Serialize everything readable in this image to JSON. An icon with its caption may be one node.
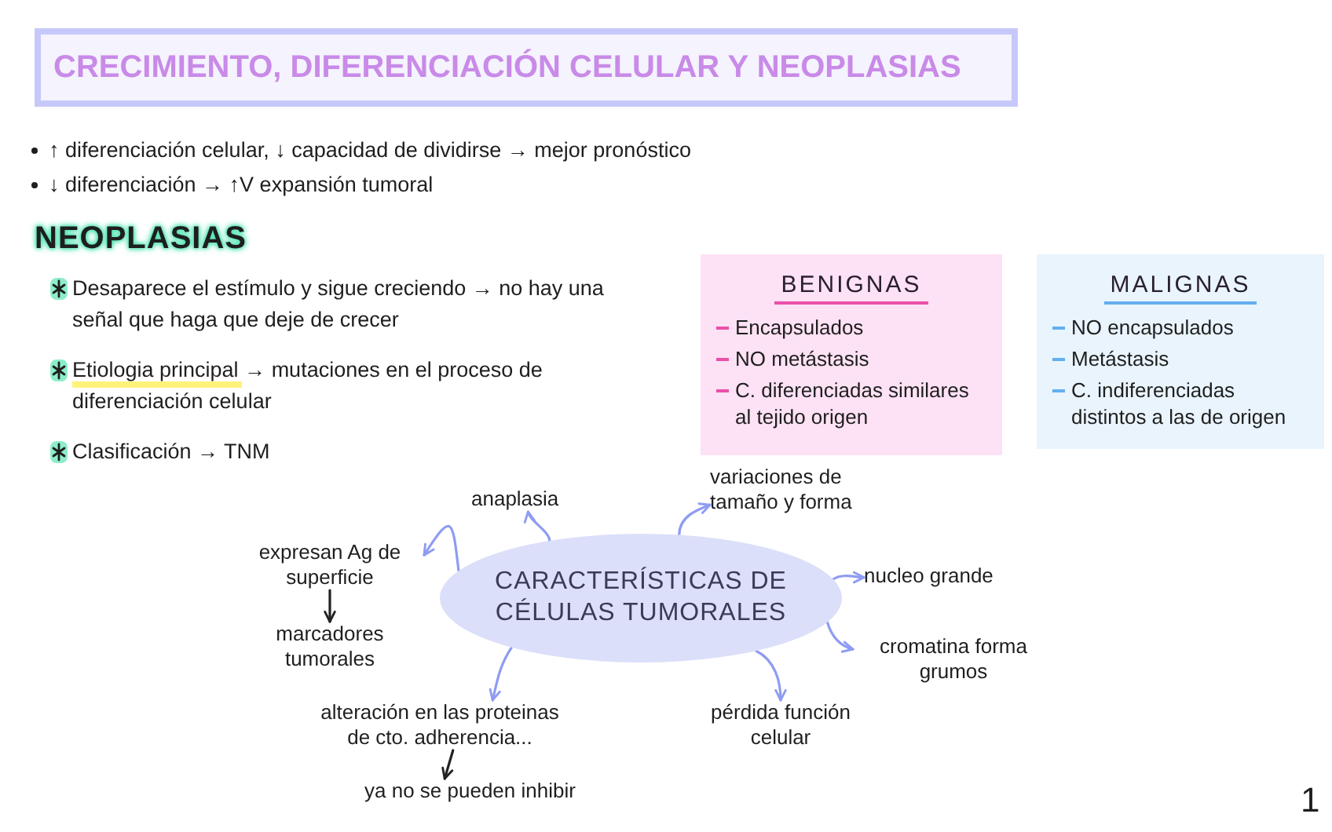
{
  "diagram": {
    "title": "CRECIMIENTO, DIFERENCIACIÓN CELULAR Y NEOPLASIAS",
    "nodes": [
      {
        "text": [
          "BENIGNAS",
          "Encapsulados",
          "NO metástasis",
          "C. diferenciadas similares al tejido origen"
        ]
      },
      {
        "text": [
          "MALIGNAS",
          "NO encapsulados",
          "Metástasis",
          "C. indiferenciadas distintos a las de origen"
        ]
      },
      {
        "text": [
          "variaciones de tamaño y forma"
        ]
      },
      {
        "text": [
          "anaplasia"
        ]
      },
      {
        "text": [
          "expresan Ag de superficie"
        ]
      },
      {
        "text": [
          "CARACTERÍSTICAS DE CÉLULAS TUMORALES"
        ]
      },
      {
        "text": [
          "nucleo grande"
        ]
      },
      {
        "text": [
          "marcadores tumorales"
        ]
      },
      {
        "text": [
          "cromatina forma grumos"
        ]
      },
      {
        "text": [
          "alteración en las proteinas de cto. adherencia..."
        ]
      },
      {
        "text": [
          "pérdida función celular"
        ]
      },
      {
        "text": [
          "ya no se pueden inhibir"
        ]
      }
    ],
    "edges": [
      {
        "from": 5,
        "to": 3,
        "arrow": "to"
      },
      {
        "from": 5,
        "to": 2,
        "arrow": "to"
      },
      {
        "from": 5,
        "to": 6,
        "arrow": "to"
      },
      {
        "from": 5,
        "to": 8,
        "arrow": "to"
      },
      {
        "from": 5,
        "to": 10,
        "arrow": "to"
      },
      {
        "from": 5,
        "to": 9,
        "arrow": "to"
      },
      {
        "from": 5,
        "to": 4,
        "arrow": "to"
      },
      {
        "from": 4,
        "to": 7,
        "arrow": "to",
        "color": "#222222"
      },
      {
        "from": 9,
        "to": 11,
        "arrow": "to",
        "color": "#222222"
      }
    ],
    "labels": [
      "↑ diferenciación celular, ↓ capacidad de dividirse → mejor pronóstico",
      "↓ diferenciación → ↑V expansión tumoral",
      "NEOPLASIAS",
      "Desaparece el estímulo y sigue creciendo → no hay una señal que haga que deje de crecer",
      "Etiologia principal → mutaciones en el proceso de diferenciación celular",
      "Clasificación → TNM",
      "1"
    ]
  }
}
